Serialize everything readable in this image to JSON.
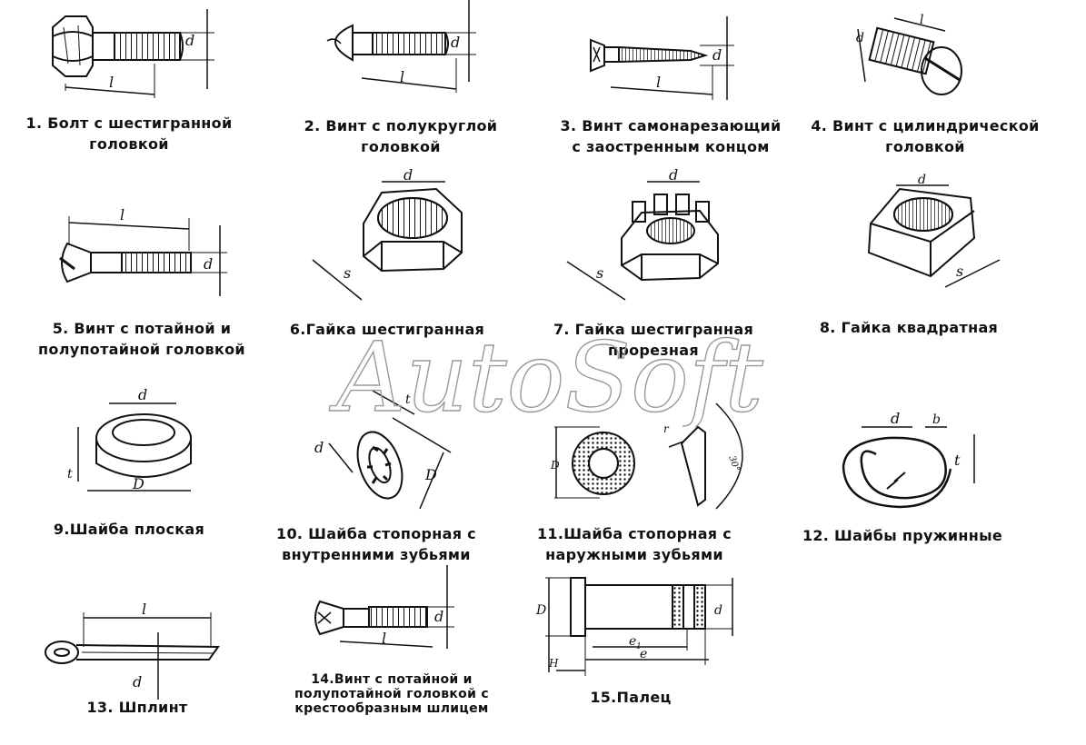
{
  "watermark": "AutoSoft",
  "items": [
    {
      "label_1": "1. Болт  с шестигранной",
      "label_2": "головкой"
    },
    {
      "label_1": "2.  Винт  с полукруглой",
      "label_2": "головкой"
    },
    {
      "label_1": "3. Винт самонарезающий",
      "label_2": "с заостренным концом"
    },
    {
      "label_1": "4. Винт  с цилиндрической",
      "label_2": "головкой"
    },
    {
      "label_1": "5. Винт с потайной и",
      "label_2": "полупотайной головкой"
    },
    {
      "label_1": "6.Гайка шестигранная"
    },
    {
      "label_1": "7. Гайка шестигранная",
      "label_2": "прорезная"
    },
    {
      "label_1": "8. Гайка квадратная"
    },
    {
      "label_1": "9.Шайба  плоская"
    },
    {
      "label_1": "10. Шайба  стопорная  с",
      "label_2": "внутренними зубьями"
    },
    {
      "label_1": "11.Шайба  стопорная  с",
      "label_2": "наружными зубьями"
    },
    {
      "label_1": "12. Шайбы пружинные"
    },
    {
      "label_1": "13. Шплинт"
    },
    {
      "label_1": "14.Винт  с  потайной  и",
      "label_2": "полупотайной головкой с",
      "label_3": "крестообразным шлицем"
    },
    {
      "label_1": "15.Палец"
    }
  ],
  "dims": {
    "d": "d",
    "l": "l",
    "s": "s",
    "D": "D",
    "t": "t",
    "b": "b",
    "r": "r",
    "H": "H",
    "e": "e",
    "e1": "e",
    "e1_sub": "1",
    "angle": "30°"
  }
}
